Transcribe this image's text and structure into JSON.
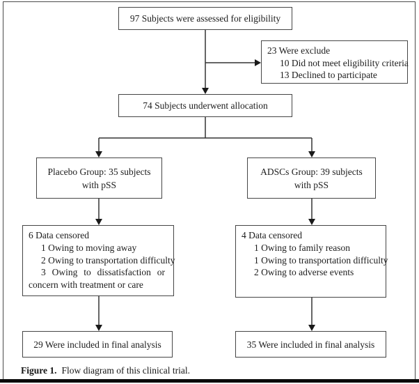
{
  "figure": {
    "caption_label": "Figure 1.",
    "caption_text": "Flow diagram of this clinical trial."
  },
  "flow": {
    "eligibility": {
      "text": "97 Subjects were assessed for eligibility"
    },
    "excluded": {
      "lines": [
        {
          "text": "23 Were exclude"
        },
        {
          "text": "10 Did not meet eligibility criteria"
        },
        {
          "text": "13 Declined to participate"
        }
      ]
    },
    "allocation": {
      "text": "74 Subjects underwent allocation"
    },
    "placebo_group": {
      "line1": "Placebo Group: 35 subjects",
      "line2": "with pSS"
    },
    "adscs_group": {
      "line1": "ADSCs Group: 39 subjects",
      "line2": "with pSS"
    },
    "censored_left": {
      "lines": [
        {
          "text": "6 Data censored"
        },
        {
          "text": "1 Owing to moving away"
        },
        {
          "text": "2 Owing to transportation difficulty"
        },
        {
          "text": "3 Owing to dissatisfaction or"
        },
        {
          "text": "concern with treatment or care"
        }
      ]
    },
    "censored_right": {
      "lines": [
        {
          "text": "4 Data censored"
        },
        {
          "text": "1 Owing to family reason"
        },
        {
          "text": "1 Owing to transportation difficulty"
        },
        {
          "text": "2 Owing to adverse events"
        }
      ]
    },
    "final_left": {
      "text": "29 Were included in final analysis"
    },
    "final_right": {
      "text": "35 Were included in final analysis"
    }
  },
  "colors": {
    "box_border": "#454545",
    "connector_line": "#333333",
    "text": "#1c1c1c",
    "bottom_rule": "#0a0a0a"
  }
}
